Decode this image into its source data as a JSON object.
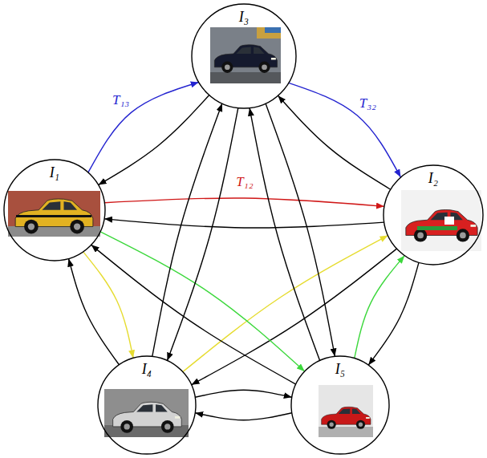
{
  "diagram": {
    "nodes": [
      {
        "text": [
          "I₃"
        ]
      },
      {
        "text": [
          "I₁"
        ]
      },
      {
        "text": [
          "I₂"
        ]
      },
      {
        "text": [
          "I₄"
        ]
      },
      {
        "text": [
          "I₅"
        ]
      }
    ],
    "edges": [
      {
        "from": 1,
        "to": 0,
        "arrow": "to",
        "label": "T₁₃"
      },
      {
        "from": 0,
        "to": 1,
        "arrow": "to"
      },
      {
        "from": 0,
        "to": 2,
        "arrow": "to",
        "label": "T₃₂"
      },
      {
        "from": 2,
        "to": 0,
        "arrow": "to"
      },
      {
        "from": 1,
        "to": 2,
        "arrow": "to",
        "label": "T₁₂"
      },
      {
        "from": 2,
        "to": 1,
        "arrow": "to"
      },
      {
        "from": 1,
        "to": 3,
        "arrow": "to"
      },
      {
        "from": 3,
        "to": 1,
        "arrow": "to"
      },
      {
        "from": 3,
        "to": 2,
        "arrow": "to"
      },
      {
        "from": 2,
        "to": 3,
        "arrow": "to"
      },
      {
        "from": 1,
        "to": 4,
        "arrow": "to"
      },
      {
        "from": 4,
        "to": 1,
        "arrow": "to"
      },
      {
        "from": 4,
        "to": 2,
        "arrow": "to"
      },
      {
        "from": 2,
        "to": 4,
        "arrow": "to"
      },
      {
        "from": 0,
        "to": 3,
        "arrow": "to"
      },
      {
        "from": 3,
        "to": 0,
        "arrow": "to"
      },
      {
        "from": 0,
        "to": 4,
        "arrow": "to"
      },
      {
        "from": 4,
        "to": 0,
        "arrow": "to"
      },
      {
        "from": 3,
        "to": 4,
        "arrow": "to"
      },
      {
        "from": 4,
        "to": 3,
        "arrow": "to"
      }
    ]
  }
}
